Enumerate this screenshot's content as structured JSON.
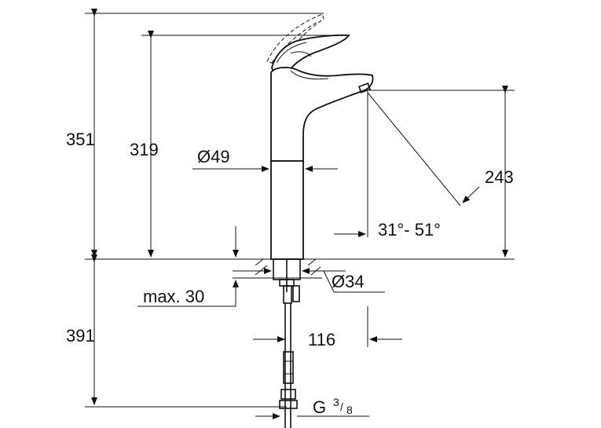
{
  "drawing": {
    "dims": {
      "total_height": "351",
      "spout_height": "319",
      "body_diameter": "Ø49",
      "outlet_height": "243",
      "swivel_angle": "31°- 51°",
      "hole_diameter": "Ø34",
      "max_thickness": "max. 30",
      "below_height": "391",
      "projection": "116",
      "thread_main": "G",
      "thread_num": "3",
      "thread_den": "8"
    }
  }
}
